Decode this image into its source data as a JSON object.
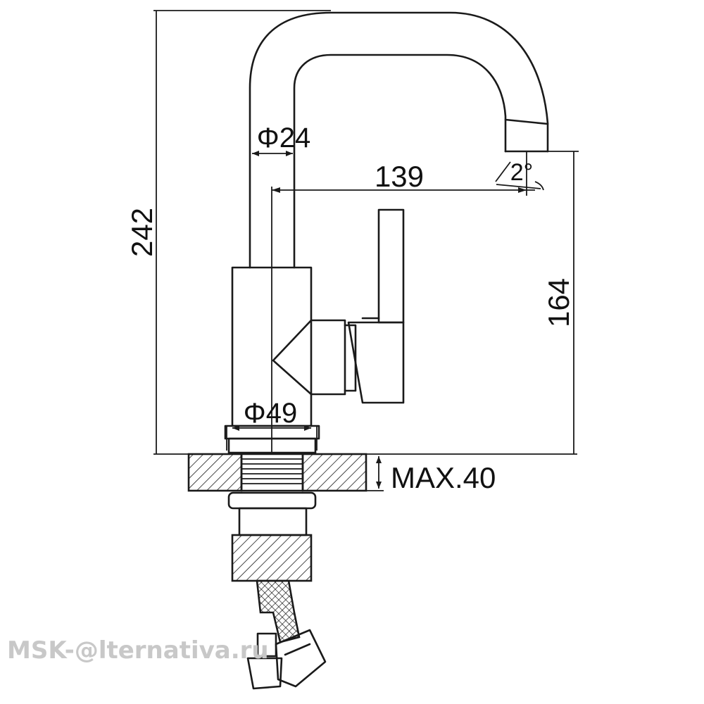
{
  "dimensions": {
    "total_height": "242",
    "spout_reach": "139",
    "spout_height": "164",
    "pipe_diameter": "Φ24",
    "body_diameter": "Φ49",
    "spout_angle": "2°",
    "max_countertop": "MAX.40"
  },
  "watermark": "MSK-@lternativa.ru",
  "colors": {
    "line": "#1a1a1a",
    "background": "#ffffff",
    "watermark": "#c8c8c8"
  }
}
